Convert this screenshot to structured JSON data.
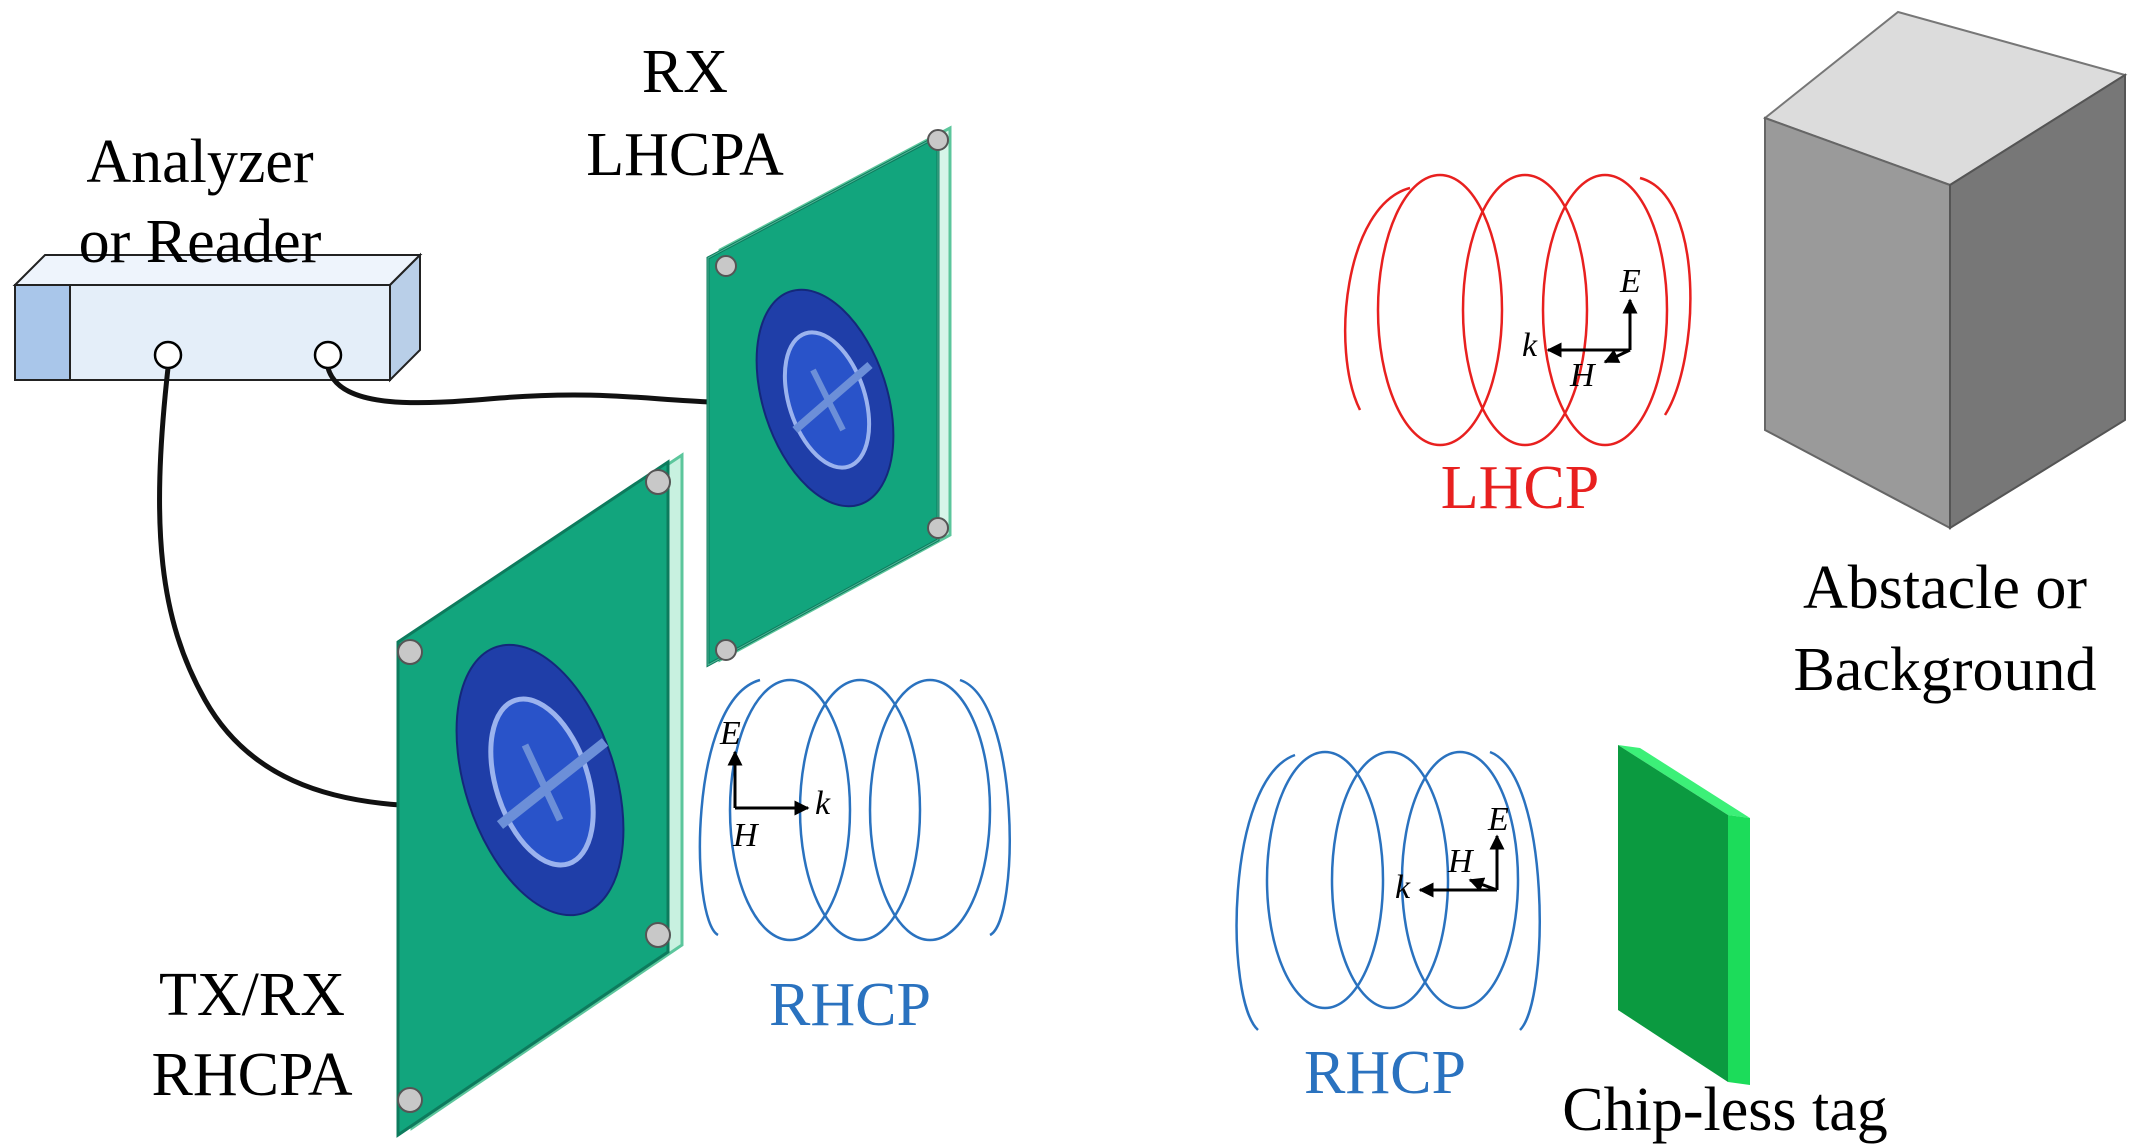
{
  "labels": {
    "analyzer_line1": "Analyzer",
    "analyzer_line2": "or Reader",
    "rx_line1": "RX",
    "rx_line2": "LHCPA",
    "txrx_line1": "TX/RX",
    "txrx_line2": "RHCPA",
    "rhcp_near": "RHCP",
    "lhcp": "LHCP",
    "rhcp_far": "RHCP",
    "obstacle_line1": "Abstacle or",
    "obstacle_line2": "Background",
    "tag": "Chip-less tag"
  },
  "axes": {
    "e": "E",
    "h": "H",
    "k": "k"
  },
  "colors": {
    "lhcp": "#e8201f",
    "rhcp": "#2a72bf",
    "board": "#109e78",
    "board_edge": "#6fd7b0",
    "patch": "#1f3ea8",
    "tag_face": "#0b9a40",
    "tag_side": "#1cdc5a",
    "obstacle_top": "#dcdcdc",
    "obstacle_left": "#9a9a9a",
    "obstacle_right": "#777777",
    "device": "#d4e4f6"
  }
}
